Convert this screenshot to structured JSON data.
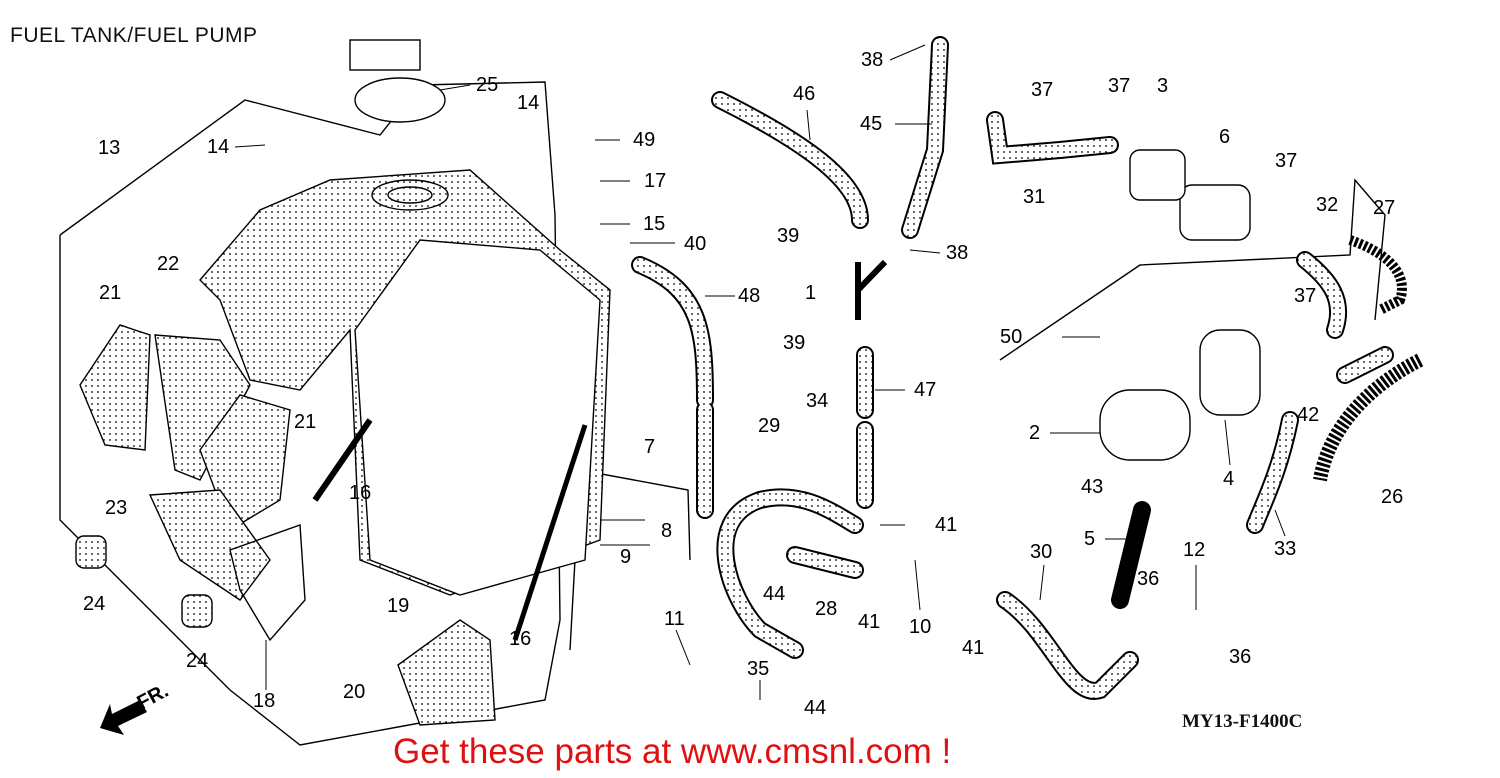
{
  "title": "FUEL TANK/FUEL PUMP",
  "diagram_code": "MY13-F1400C",
  "promo_text": "Get these parts at www.cmsnl.com !",
  "direction_marker": "FR.",
  "promo_color": "#e01010",
  "callouts": [
    "25",
    "14",
    "14",
    "13",
    "49",
    "17",
    "15",
    "40",
    "46",
    "45",
    "38",
    "38",
    "37",
    "37",
    "3",
    "6",
    "37",
    "32",
    "27",
    "31",
    "39",
    "39",
    "1",
    "48",
    "47",
    "50",
    "37",
    "42",
    "2",
    "4",
    "43",
    "26",
    "33",
    "22",
    "21",
    "21",
    "16",
    "16",
    "23",
    "24",
    "24",
    "18",
    "19",
    "20",
    "7",
    "8",
    "9",
    "11",
    "35",
    "44",
    "44",
    "34",
    "29",
    "28",
    "41",
    "41",
    "41",
    "10",
    "30",
    "5",
    "36",
    "12",
    "36"
  ]
}
